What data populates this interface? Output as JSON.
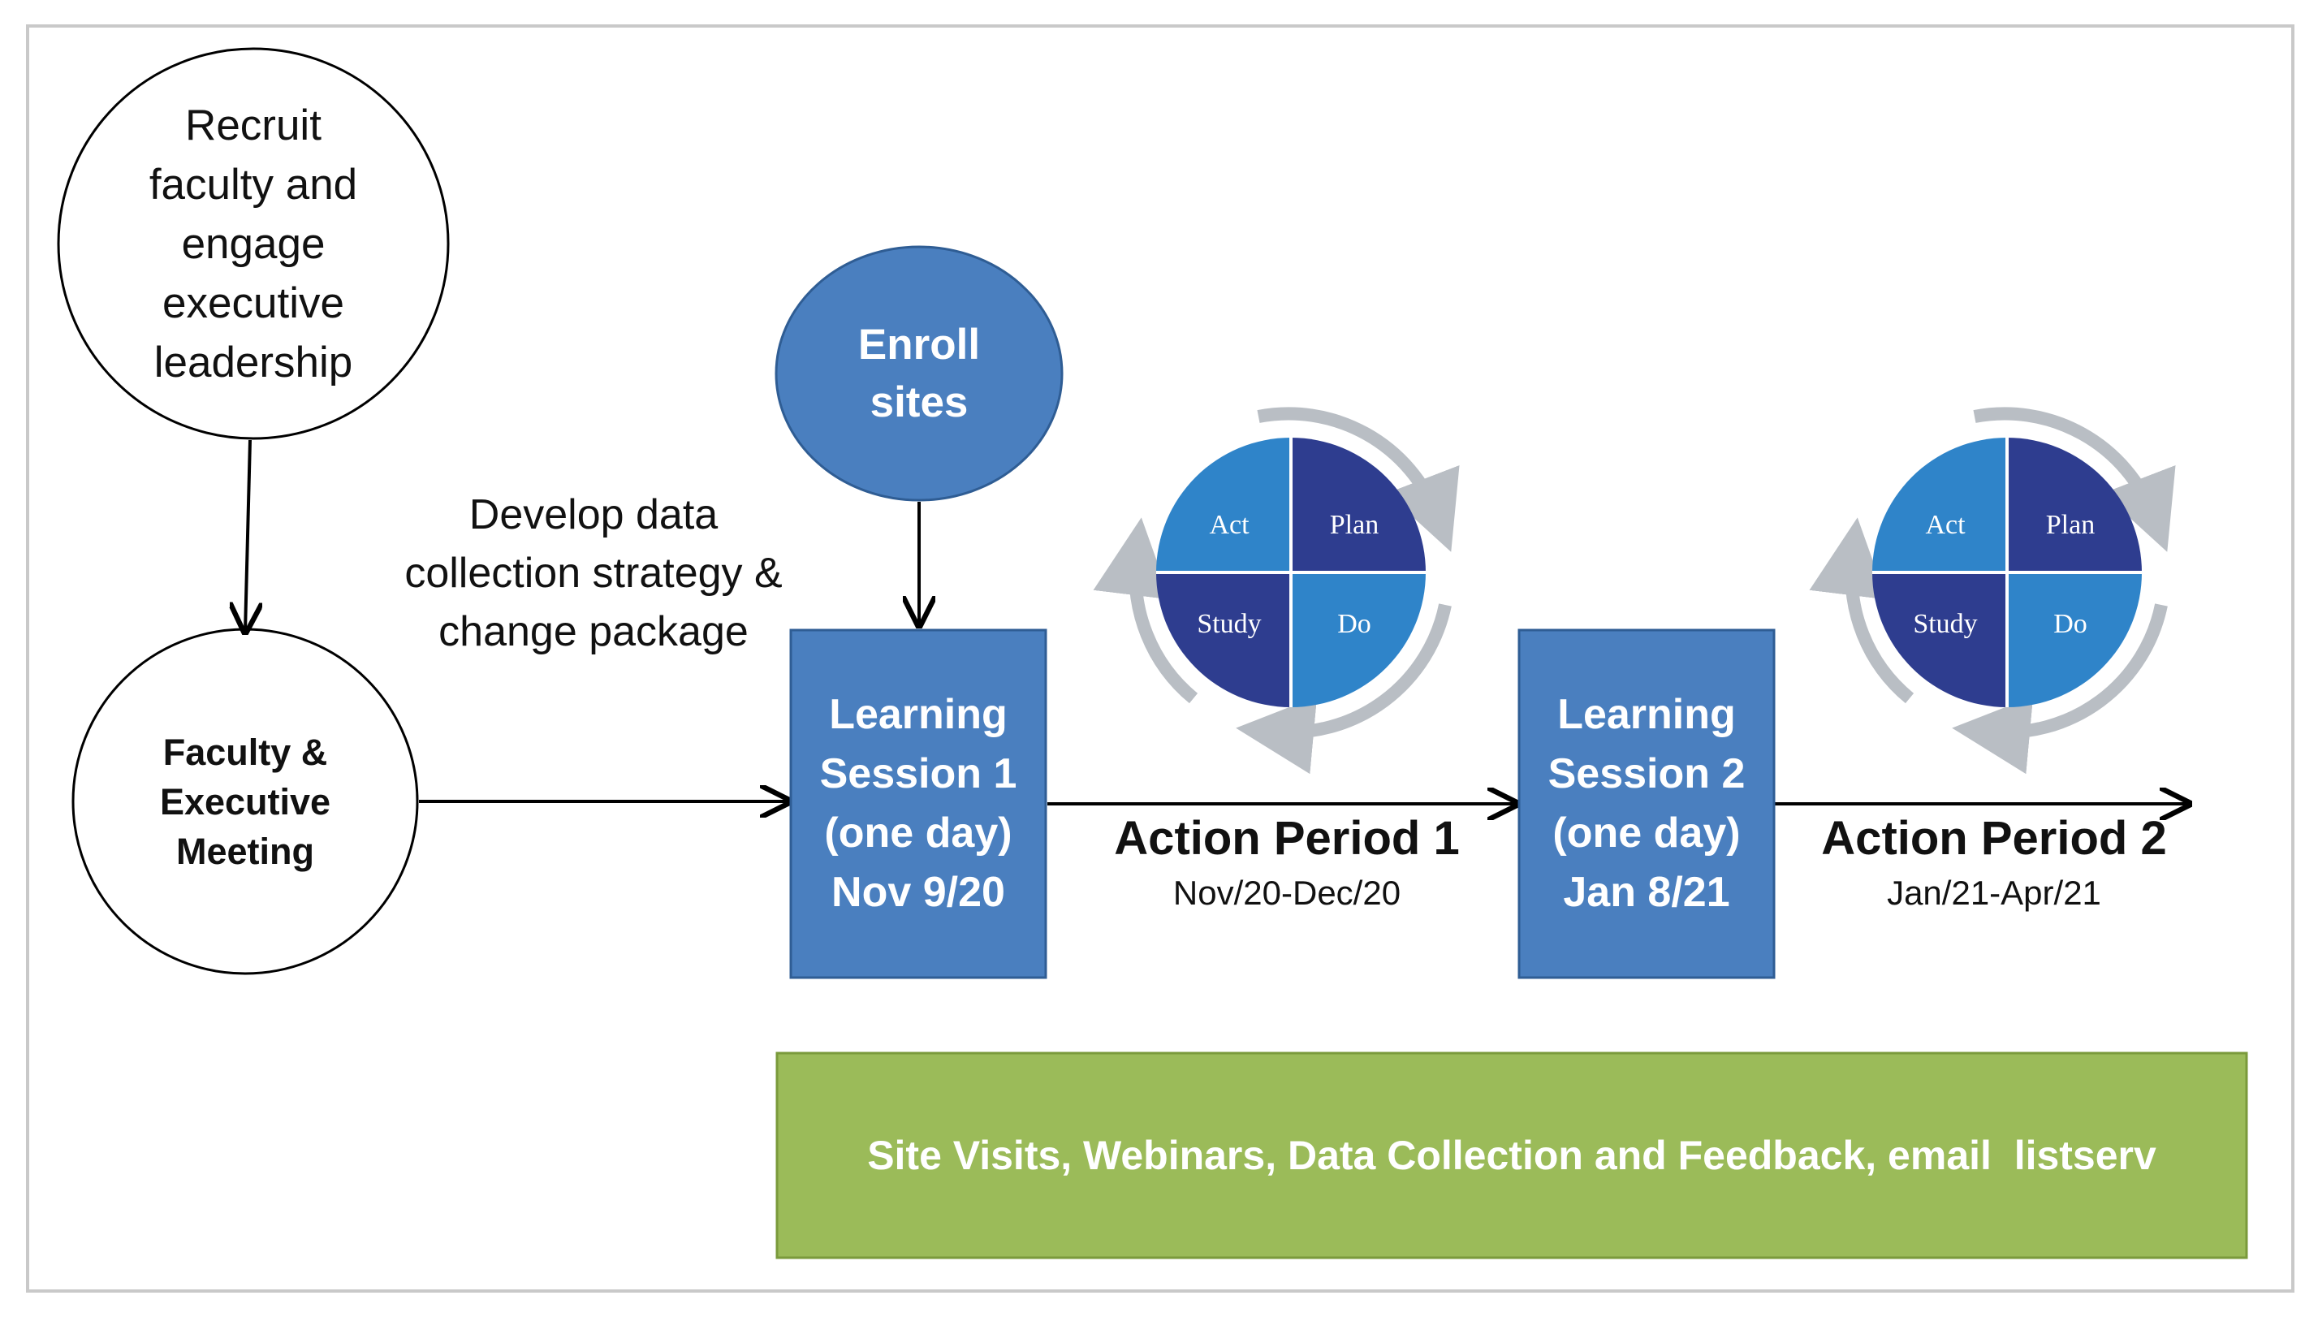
{
  "colors": {
    "box_blue": "#4a7fbf",
    "box_border": "#2f5d94",
    "green_bar": "#9bbb59",
    "green_border": "#7a9a3b",
    "pdsa_dark": "#2e3d8f",
    "pdsa_light": "#2f84c9",
    "cycle_arrow": "#b9bec4"
  },
  "nodes": {
    "recruit": "Recruit faculty and engage executive leadership",
    "meeting": "Faculty & Executive Meeting",
    "enroll": "Enroll sites",
    "develop": "Develop data collection strategy & change package",
    "session1": [
      "Learning",
      "Session 1",
      "(one day)",
      "Nov 9/20"
    ],
    "session2": [
      "Learning",
      "Session 2",
      "(one day)",
      "Jan 8/21"
    ]
  },
  "action_periods": [
    {
      "title": "Action Period 1",
      "dates": "Nov/20-Dec/20"
    },
    {
      "title": "Action Period 2",
      "dates": "Jan/21-Apr/21"
    }
  ],
  "pdsa": {
    "act": "Act",
    "plan": "Plan",
    "study": "Study",
    "do": "Do"
  },
  "support_bar": "Site Visits, Webinars, Data Collection and Feedback, email  listserv"
}
